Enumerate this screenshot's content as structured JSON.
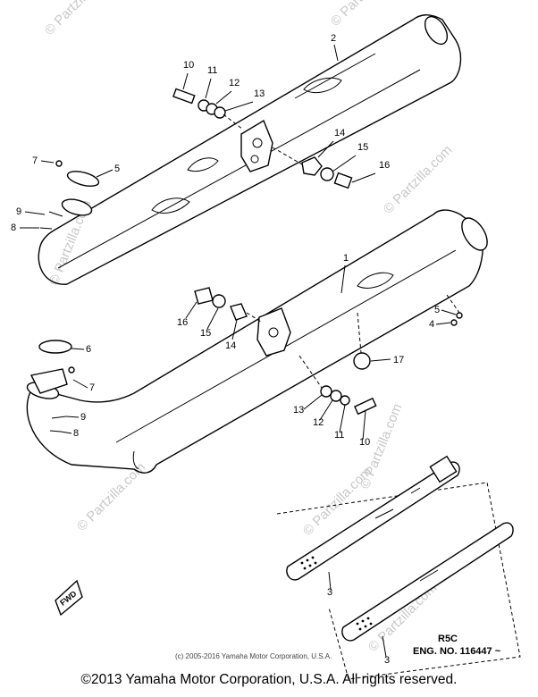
{
  "watermarks": {
    "text": "© Partzilla.com"
  },
  "callouts": {
    "upper": {
      "n2": "2",
      "n10": "10",
      "n11": "11",
      "n12": "12",
      "n13": "13",
      "n14": "14",
      "n15": "15",
      "n16": "16",
      "n5": "5",
      "n7": "7",
      "n9": "9",
      "n8": "8"
    },
    "lower": {
      "n1": "1",
      "n6": "6",
      "n7": "7",
      "n9": "9",
      "n8": "8",
      "n16": "16",
      "n15": "15",
      "n14": "14",
      "n5": "5",
      "n4": "4",
      "n17": "17",
      "n13": "13",
      "n12": "12",
      "n11": "11",
      "n10": "10"
    },
    "inset": {
      "n3a": "3",
      "n3b": "3"
    }
  },
  "inset_labels": {
    "model": "R5C",
    "eng_no": "ENG. NO. 116447 ~"
  },
  "fwd_label": "FWD",
  "small_copyright": "(c) 2005-2016 Yamaha Motor Corporation, U.S.A.",
  "footer": "©2013 Yamaha Motor Corporation, U.S.A. All rights reserved."
}
